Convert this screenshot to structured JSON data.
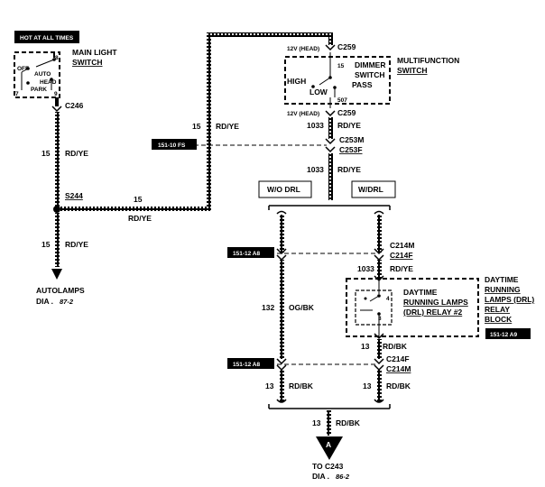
{
  "header": {
    "hot_label": "HOT AT ALL TIMES"
  },
  "main_light_switch": {
    "title_line1": "MAIN LIGHT",
    "title_line2": "SWITCH",
    "pin_top": "8",
    "pin_left": "7",
    "pin_right": "9",
    "pos_off": "OFF",
    "pos_auto": "AUTO",
    "pos_head": "HEAD",
    "pos_park": "PARK",
    "connector": "C246"
  },
  "multifunction_switch": {
    "title_line1": "MULTIFUNCTION",
    "title_line2": "SWITCH",
    "dimmer_line1": "DIMMER",
    "dimmer_line2": "SWITCH",
    "pos_high": "HIGH",
    "pos_low": "LOW",
    "pos_pass": "PASS",
    "pin_top": "15",
    "pin_bottom": "507",
    "note_top": "12V (HEAD)",
    "note_bottom": "12V (HEAD)",
    "connector_top": "C259",
    "connector_bottom": "C259"
  },
  "wires": {
    "w15": "15",
    "w15_color": "RD/YE",
    "w1033": "1033",
    "w1033_color": "RD/YE",
    "w132": "132",
    "w132_color": "OG/BK",
    "w13": "13",
    "w13_color": "RD/BK"
  },
  "connectors": {
    "c253m": "C253M",
    "c253f": "C253F",
    "c214m_top": "C214M",
    "c214f_top": "C214F",
    "c214f_bottom": "C214F",
    "c214m_bottom": "C214M",
    "splice": "S244"
  },
  "refs": {
    "ref_fs": "151-10 FS",
    "ref_a8_top": "151-12 A8",
    "ref_a8_bottom": "151-12 A8",
    "ref_a9": "151-12 A9"
  },
  "options": {
    "wo_drl": "W/O DRL",
    "w_drl": "W/DRL"
  },
  "drl_relay": {
    "line1": "DAYTIME",
    "line2": "RUNNING LAMPS",
    "line3": "(DRL) RELAY #2",
    "pin_top": "4",
    "pin_bottom": "3"
  },
  "drl_block": {
    "line1": "DAYTIME",
    "line2": "RUNNING",
    "line3": "LAMPS (DRL)",
    "line4": "RELAY",
    "line5": "BLOCK"
  },
  "autolamps": {
    "line1": "AUTOLAMPS",
    "dia_label": "DIA .",
    "dia_ref": "87-2"
  },
  "c243": {
    "marker": "A",
    "line1": "TO C243",
    "dia_label": "DIA .",
    "dia_ref": "86-2"
  }
}
